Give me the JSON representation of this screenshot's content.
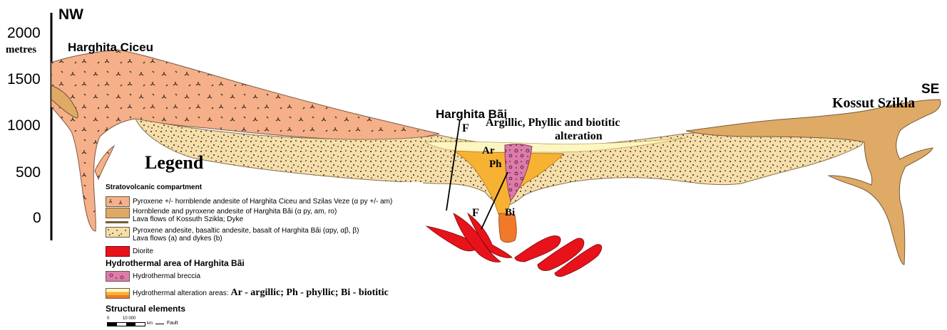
{
  "axis": {
    "unit": "metres",
    "ticks": [
      "2000",
      "1500",
      "1000",
      "500",
      "0"
    ]
  },
  "places": {
    "nw": "NW",
    "se": "SE",
    "harghita_ciceu": "Harghita Ciceu",
    "harghita_bai": "Harghita Bãi",
    "kossut_szikla": "Kossut Szikla"
  },
  "zone_labels": {
    "alteration_title_line1": "Argillic, Phyllic and biotitic",
    "alteration_title_line2": "alteration",
    "ar": "Ar",
    "ph": "Ph",
    "bi": "Bi",
    "fault_upper": "F",
    "fault_lower": "F"
  },
  "legend": {
    "title": "Legend",
    "section1_title": "Stratovolcanic compartment",
    "item_pyroxene_ciceu": "Pyroxene +/- hornblende andesite of Harghita Ciceu and Szilas Veze (α py +/- am)",
    "item_hornblende_line1": "Hornblende and pyroxene andesite of Harghita Bãi (α py, am, ro)",
    "item_hornblende_line2": "Lava flows of Kossuth Szikla; Dyke",
    "item_basaltic_line1": "Pyroxene andesite, basaltic andesite, basalt of Harghita Bãi (αpy, αβ, β)",
    "item_basaltic_line2": "Lava flows (a) and dykes (b)",
    "item_diorite": "Diorite",
    "section2_title": "Hydrothermal area of Harghita Bãi",
    "item_breccia": "Hydrothermal breccia",
    "item_alteration_prefix": "Hydrothermal alteration areas:",
    "item_alteration_types": "Ar - argillic; Ph - phyllic; Bi - biotitic",
    "section3_title": "Structural elements",
    "scale_zero": "0",
    "scale_ten": "10 000",
    "scale_unit": "km",
    "fault_label": "Fault"
  },
  "colors": {
    "ciceu_andesite": "#f5b089",
    "bai_hornblende": "#deaa66",
    "basaltic_andesite": "#f6deaa",
    "diorite": "#e8121b",
    "breccia": "#de7bab",
    "argillic": "#fdf6c2",
    "phyllic": "#f8b233",
    "biotitic": "#f07a2a"
  }
}
